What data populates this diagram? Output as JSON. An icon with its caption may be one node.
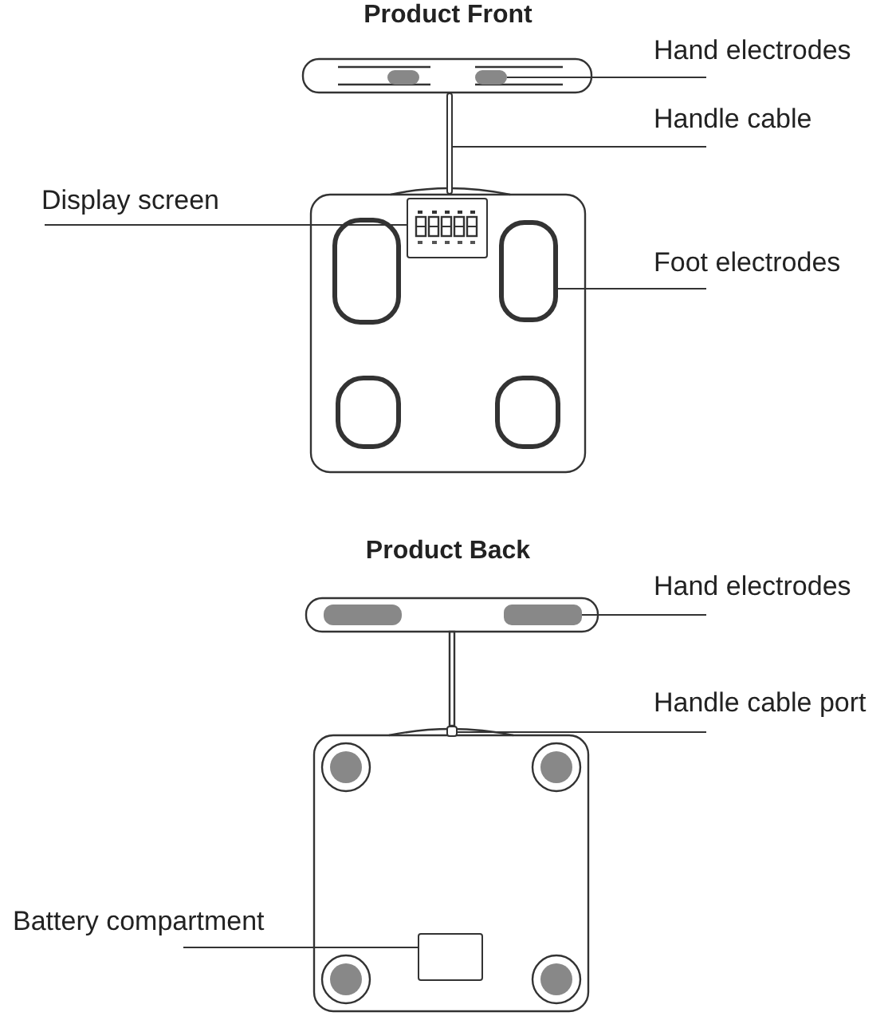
{
  "diagram": {
    "nodes": [
      {
        "text": [
          "Hand electrodes"
        ]
      },
      {
        "text": [],
        "shape": "bar"
      },
      {
        "text": [
          "Handle cable"
        ]
      },
      {
        "text": [],
        "shape": "bar"
      },
      {
        "text": [
          "Display screen"
        ]
      },
      {
        "text": [],
        "shape": "box"
      },
      {
        "text": [
          "Foot electrodes"
        ]
      },
      {
        "text": [],
        "shape": "box"
      },
      {
        "text": [
          "Hand electrodes"
        ]
      },
      {
        "text": [],
        "shape": "bar"
      },
      {
        "text": [
          "Handle cable port"
        ]
      },
      {
        "text": [],
        "shape": "box"
      },
      {
        "text": [
          "Battery compartment"
        ]
      },
      {
        "text": [],
        "shape": "box"
      }
    ],
    "edges": [
      {
        "from": 0,
        "to": 1,
        "arrow": "none"
      },
      {
        "from": 2,
        "to": 3,
        "arrow": "none"
      },
      {
        "from": 4,
        "to": 5,
        "arrow": "none"
      },
      {
        "from": 6,
        "to": 7,
        "arrow": "none"
      },
      {
        "from": 8,
        "to": 9,
        "arrow": "none"
      },
      {
        "from": 10,
        "to": 11,
        "arrow": "none"
      },
      {
        "from": 12,
        "to": 13,
        "arrow": "none"
      }
    ],
    "labels": [
      "Product Front",
      "Product Back"
    ]
  }
}
